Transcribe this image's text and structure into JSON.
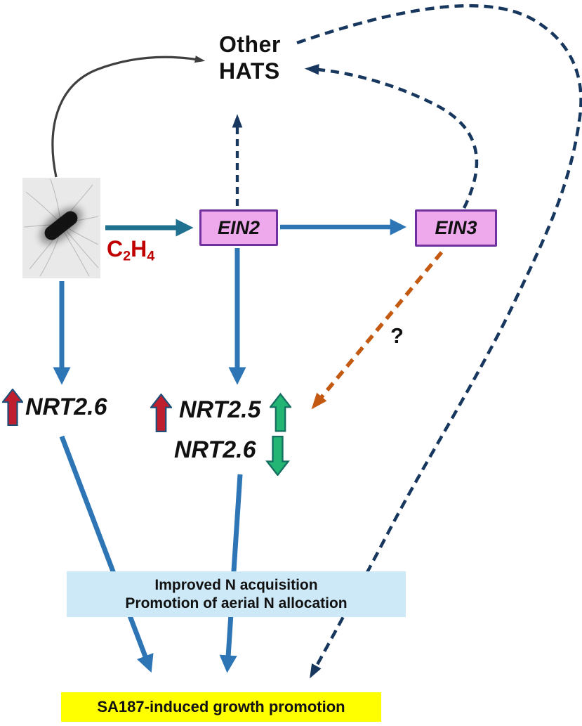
{
  "diagram": {
    "other_hats": {
      "line1": "Other",
      "line2": "HATS"
    },
    "c2h4": {
      "c": "C",
      "c_sub": "2",
      "h": "H",
      "h_sub": "4"
    },
    "ein2": "EIN2",
    "ein3": "EIN3",
    "nrt26_left": "NRT2.6",
    "nrt25": "NRT2.5",
    "nrt26_mid": "NRT2.6",
    "question_mark": "?",
    "n_box": {
      "line1": "Improved N acquisition",
      "line2": "Promotion of aerial N allocation"
    },
    "growth_box": "SA187-induced growth promotion",
    "edges": [
      {
        "from": "SA187-bacterium",
        "to": "Other HATS",
        "style": "solid curved black arrow"
      },
      {
        "from": "SA187-bacterium",
        "to": "EIN2",
        "style": "solid teal arrow",
        "label": "C2H4"
      },
      {
        "from": "EIN2",
        "to": "EIN3",
        "style": "solid blue arrow"
      },
      {
        "from": "EIN2",
        "to": "Other HATS",
        "style": "dashed navy arrow up"
      },
      {
        "from": "EIN3",
        "to": "Other HATS",
        "style": "dashed navy curved arrow"
      },
      {
        "from": "EIN3",
        "to": "NRT2.5/NRT2.6 regulation",
        "style": "dashed orange arrow",
        "label": "?"
      },
      {
        "from": "SA187-bacterium",
        "to": "NRT2.6 up",
        "style": "solid blue arrow down"
      },
      {
        "from": "EIN2",
        "to": "NRT2.5 up / NRT2.6 down",
        "style": "solid blue arrow down"
      },
      {
        "from": "NRT2.6 up",
        "to": "Improved N acquisition box",
        "style": "solid blue arrow"
      },
      {
        "from": "NRT2.5/NRT2.6",
        "to": "Improved N acquisition box",
        "style": "solid blue arrow"
      },
      {
        "from": "Other HATS",
        "to": "SA187-induced growth promotion",
        "style": "long dashed navy arc"
      },
      {
        "from": "Improved N acquisition box",
        "to": "SA187-induced growth promotion",
        "style": "solid blue arrows"
      }
    ],
    "regulation_marks": {
      "nrt26_left": "red-up-arrow",
      "nrt25_left": "red-up-arrow",
      "nrt25_right": "green-up-arrow",
      "nrt26_mid_right": "green-down-arrow"
    }
  },
  "colors": {
    "teal_arrow": "#20708f",
    "blue_arrow": "#2e75b6",
    "navy_dashed": "#17375e",
    "orange_dashed": "#c45911",
    "black_arrow": "#3f3f3f",
    "red_arrow_fill": "#bf1e2e",
    "red_arrow_border": "#1f4e79",
    "green_arrow_fill": "#22b573",
    "green_arrow_border": "#156f60",
    "ein_box_fill": "#eda9ec",
    "ein_box_border": "#7030a0",
    "n_box_fill": "#cde9f7",
    "growth_box_fill": "#ffff00",
    "c2h4_text": "#c00000"
  }
}
